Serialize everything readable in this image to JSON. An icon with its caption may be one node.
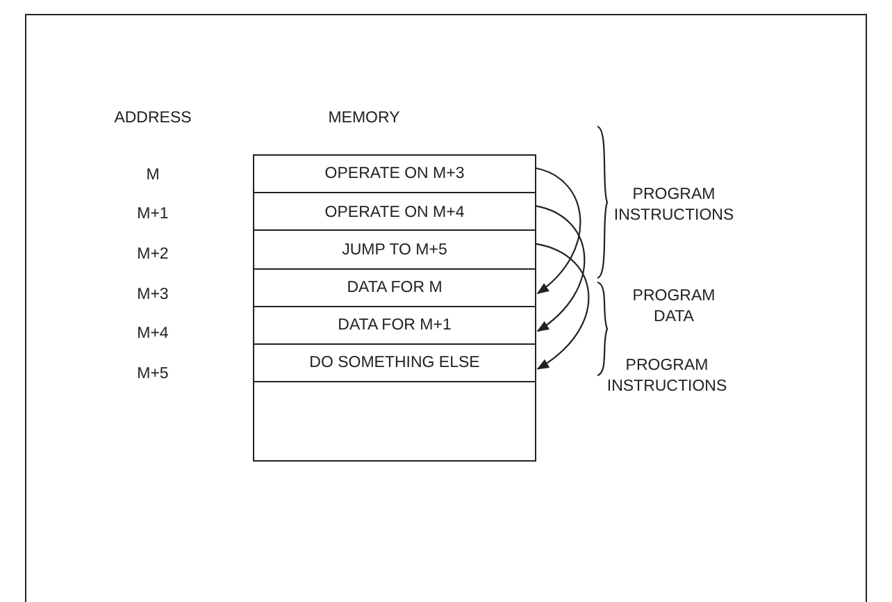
{
  "diagram": {
    "nodes": [
      {
        "text": [
          "OPERATE ON M+3"
        ]
      },
      {
        "text": [
          "OPERATE ON M+4"
        ]
      },
      {
        "text": [
          "JUMP TO M+5"
        ]
      },
      {
        "text": [
          "DATA FOR M"
        ]
      },
      {
        "text": [
          "DATA FOR M+1"
        ]
      },
      {
        "text": [
          "DO SOMETHING ELSE"
        ]
      },
      {
        "text": [],
        "shape": "box"
      }
    ],
    "edges": [
      {
        "from": 0,
        "to": 3,
        "arrow": "to"
      },
      {
        "from": 1,
        "to": 4,
        "arrow": "to"
      },
      {
        "from": 2,
        "to": 5,
        "arrow": "to"
      }
    ],
    "labels": [
      "ADDRESS",
      "MEMORY",
      "M",
      "M+1",
      "PROGRAM INSTRUCTIONS",
      "M+2",
      "M+3",
      "PROGRAM DATA",
      "M+4",
      "M+5",
      "PROGRAM INSTRUCTIONS"
    ]
  }
}
